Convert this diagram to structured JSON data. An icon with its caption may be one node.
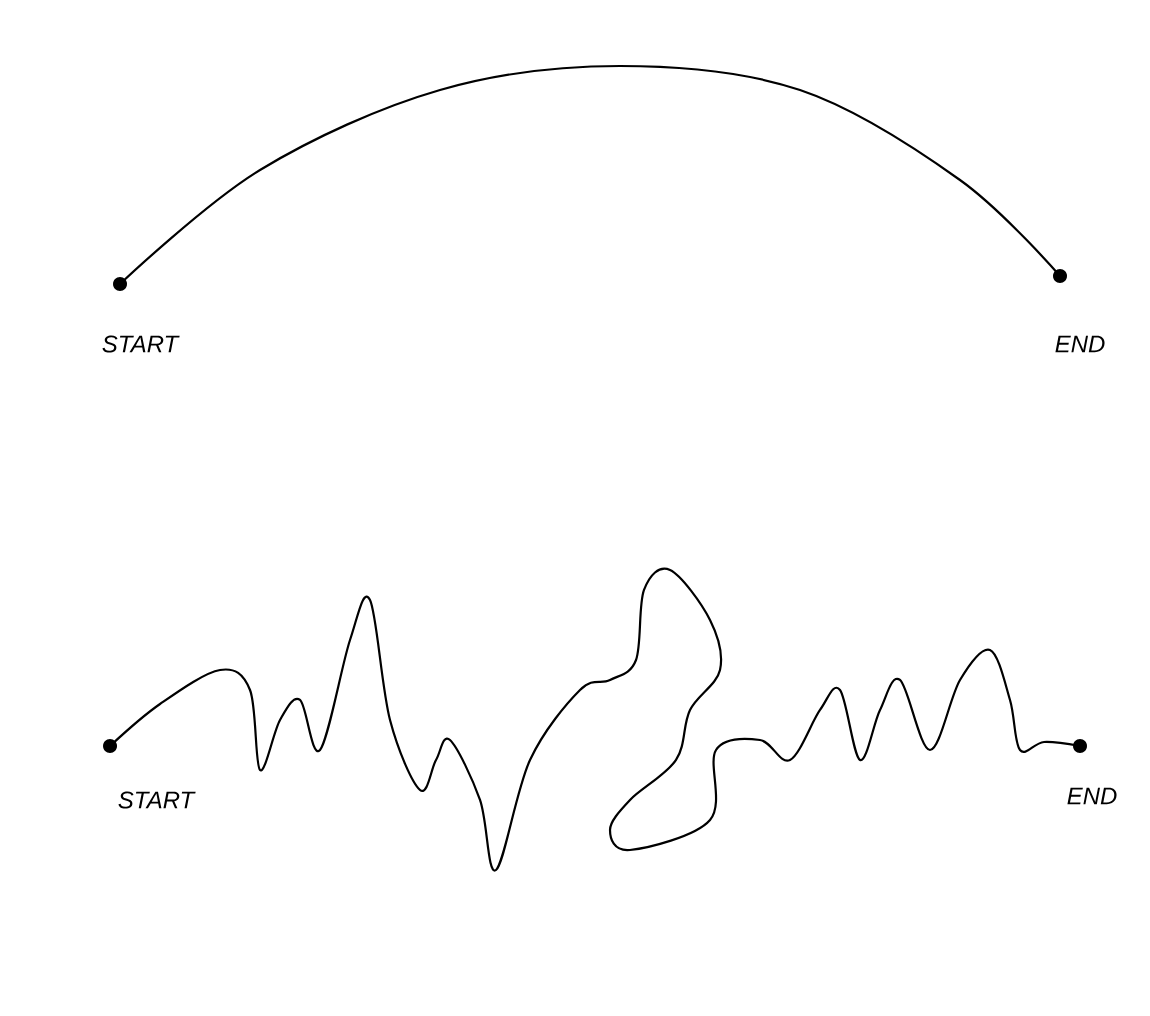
{
  "diagram": {
    "nodes": [
      {
        "text": [],
        "shape": "circle",
        "beside": [
          "START"
        ]
      },
      {
        "text": [],
        "shape": "circle",
        "beside": [
          "END"
        ]
      },
      {
        "text": [],
        "shape": "circle",
        "beside": [
          "START"
        ]
      },
      {
        "text": [],
        "shape": "circle",
        "beside": [
          "END"
        ]
      }
    ],
    "edges": [
      {
        "from": 0,
        "to": 1,
        "arrow": "none"
      },
      {
        "from": 2,
        "to": 3,
        "arrow": "none"
      }
    ]
  }
}
